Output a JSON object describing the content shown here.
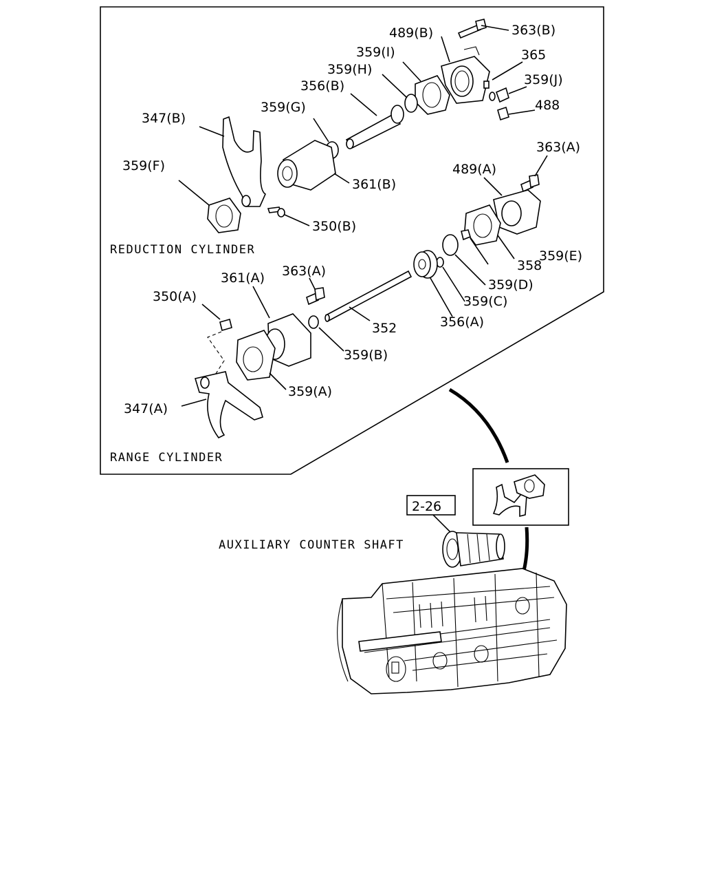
{
  "sections": {
    "reduction": "REDUCTION CYLINDER",
    "range": "RANGE CYLINDER",
    "aux": "AUXILIARY COUNTER SHAFT",
    "ref_box": "2-26"
  },
  "labels": {
    "l489b": "489(B)",
    "l363b": "363(B)",
    "l359i": "359(I)",
    "l365": "365",
    "l359h": "359(H)",
    "l359j": "359(J)",
    "l356b": "356(B)",
    "l488": "488",
    "l359g": "359(G)",
    "l347b": "347(B)",
    "l363a_top": "363(A)",
    "l359f": "359(F)",
    "l489a": "489(A)",
    "l361b": "361(B)",
    "l350b": "350(B)",
    "l358": "358",
    "l359e": "359(E)",
    "l359d": "359(D)",
    "l361a": "361(A)",
    "l363a": "363(A)",
    "l359c": "359(C)",
    "l350a": "350(A)",
    "l352": "352",
    "l356a": "356(A)",
    "l359b": "359(B)",
    "l359a": "359(A)",
    "l347a": "347(A)"
  }
}
